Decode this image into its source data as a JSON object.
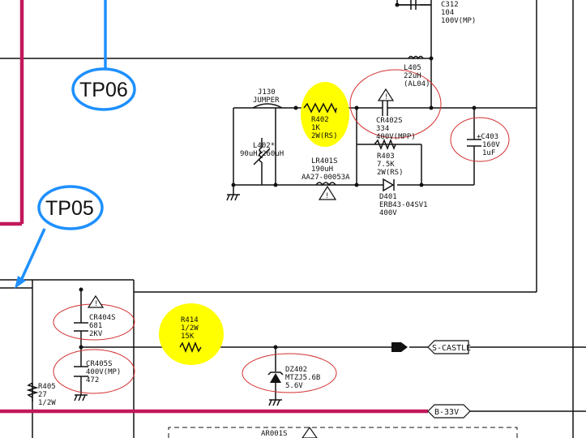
{
  "colors": {
    "wire": "#111111",
    "bus_magenta": "#c2185b",
    "test_point": "#1e90ff",
    "highlight": "#ffff00",
    "annotation_circle": "#d32f2f"
  },
  "test_points": {
    "tp06": "TP06",
    "tp05": "TP05"
  },
  "components": {
    "c312": {
      "ref": "C312",
      "value": "104",
      "rating": "100V(MP)"
    },
    "l405": {
      "ref": "L405",
      "value": "22uH",
      "note": "(AL04)"
    },
    "j130": {
      "ref": "J130",
      "value": "JUMPER"
    },
    "r402": {
      "ref": "R402",
      "value": "1K",
      "rating": "2W(RS)"
    },
    "c402": {
      "ref": "CR402S",
      "value": "334",
      "rating": "400V(MPP)"
    },
    "c403": {
      "ref": "+C403",
      "value": "160V",
      "rating": "1uF"
    },
    "l402": {
      "ref": "L402*",
      "value": "90uH/260uH"
    },
    "lr401": {
      "ref": "LR401S",
      "value": "190uH",
      "part": "AA27-00053A"
    },
    "r403": {
      "ref": "R403",
      "value": "7.5K",
      "rating": "2W(RS)"
    },
    "d401": {
      "ref": "D401",
      "value": "ERB43-04SV1",
      "rating": "400V"
    },
    "c404": {
      "ref": "CR404S",
      "value": "681",
      "rating": "2KV"
    },
    "c405": {
      "ref": "CR405S",
      "value": "400V(MP)",
      "rating": "472"
    },
    "r414": {
      "ref": "R414",
      "value": "1/2W",
      "rating": "15K"
    },
    "dz402": {
      "ref": "DZ402",
      "value": "MTZJ5.6B",
      "rating": "5.6V"
    },
    "r405": {
      "ref": "R405",
      "value": "27",
      "rating": "1/2W"
    },
    "ar001": {
      "ref": "AR001S"
    }
  },
  "ports": {
    "s_castle": "S-CASTLE",
    "b33v": "B-33V"
  },
  "safety_mark": "!"
}
